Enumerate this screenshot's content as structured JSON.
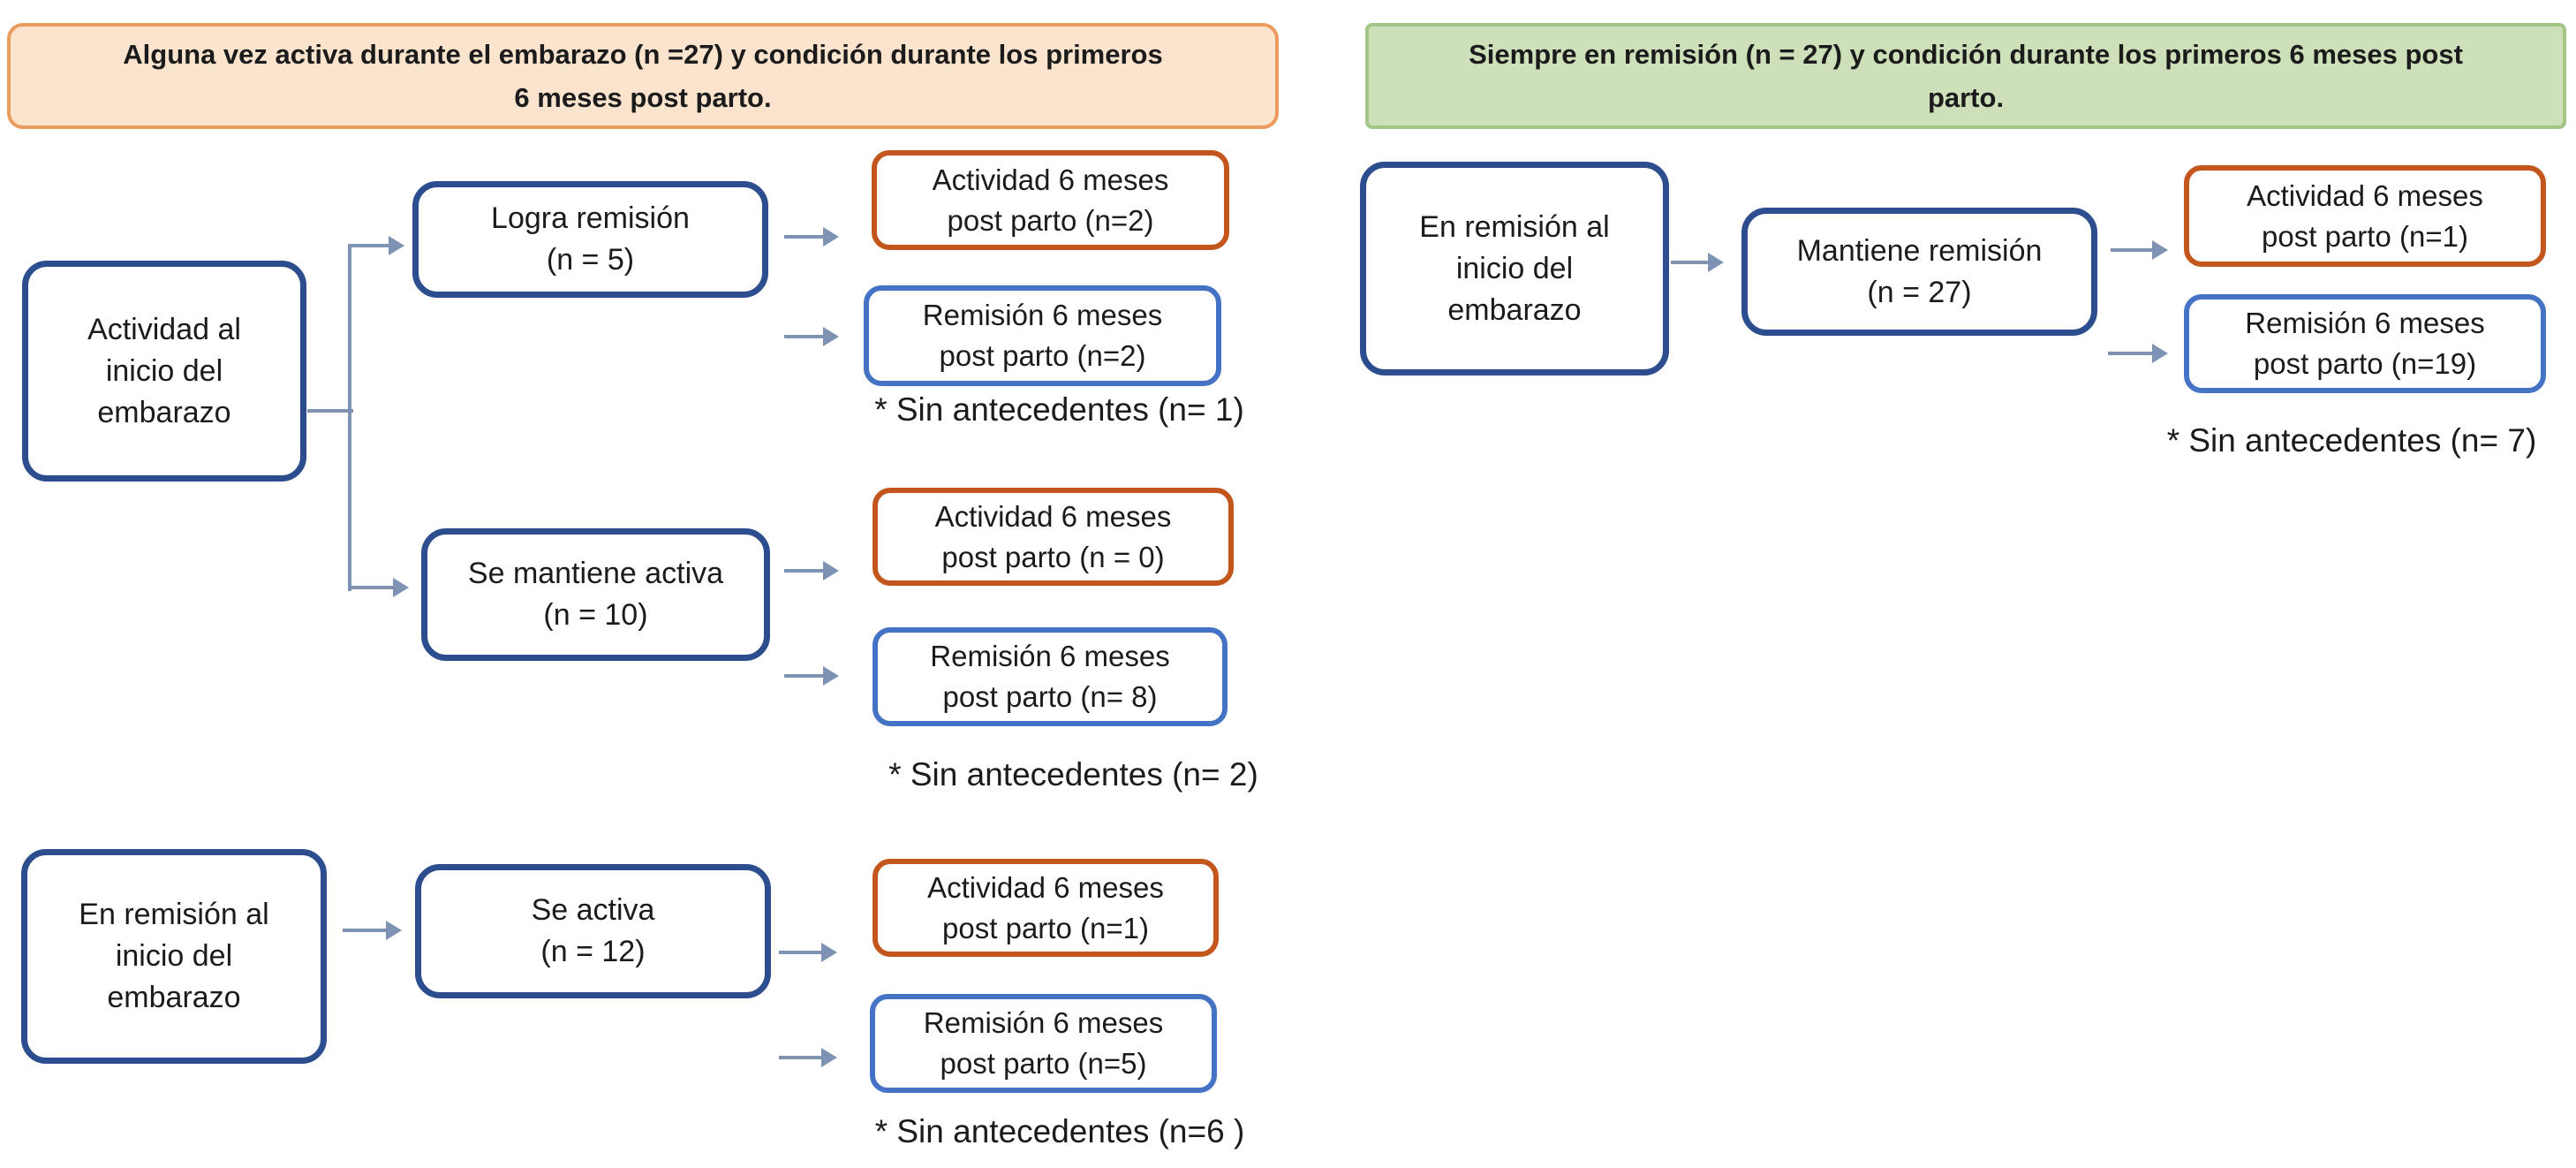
{
  "colors": {
    "navy": "#2c4d8e",
    "blue": "#4472c4",
    "orange": "#c2561c",
    "arrow": "#7e93b3",
    "header-left-bg": "#fbe4ce",
    "header-left-border": "#ec9a5e",
    "header-right-bg": "#cde0ba",
    "header-right-border": "#a3c585",
    "text": "#1b1b1b"
  },
  "left_panel": {
    "header": "Alguna vez activa durante el embarazo (n =27)  y  condición durante los primeros\n6 meses post parto.",
    "root_active": "Actividad al\ninicio del\nembarazo",
    "achieves_remission": "Logra remisión\n(n = 5)",
    "achieves_remission_activity": "Actividad 6 meses\npost parto (n=2)",
    "achieves_remission_remission": "Remisión 6 meses\npost parto (n=2)",
    "achieves_remission_note": "* Sin antecedentes (n= 1)",
    "stays_active": "Se mantiene activa\n(n = 10)",
    "stays_active_activity": "Actividad 6 meses\npost parto (n = 0)",
    "stays_active_remission": "Remisión 6 meses\npost parto (n= 8)",
    "stays_active_note": "* Sin antecedentes (n= 2)",
    "root_remission": "En remisión al\ninicio del\nembarazo",
    "becomes_active": "Se activa\n(n = 12)",
    "becomes_active_activity": "Actividad 6 meses\npost parto (n=1)",
    "becomes_active_remission": "Remisión 6 meses\npost parto (n=5)",
    "becomes_active_note": "* Sin antecedentes (n=6 )"
  },
  "right_panel": {
    "header": "Siempre en remisión (n = 27) y condición durante los primeros 6 meses post\nparto.",
    "root": "En remisión al\ninicio del\nembarazo",
    "maintains_remission": "Mantiene  remisión\n(n = 27)",
    "activity": "Actividad 6 meses\npost parto (n=1)",
    "remission": "Remisión 6 meses\npost parto (n=19)",
    "note": "* Sin antecedentes (n= 7)"
  }
}
